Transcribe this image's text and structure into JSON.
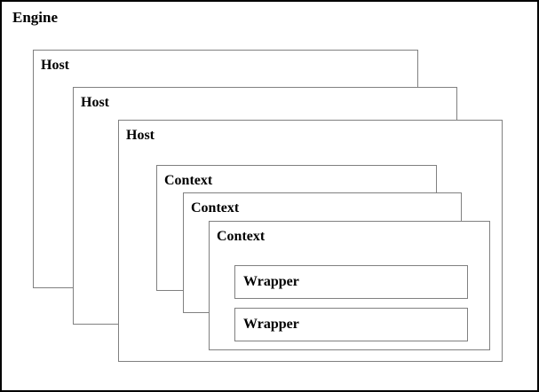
{
  "diagram": {
    "title": "Engine",
    "background_color": "#ffffff",
    "outer_border_color": "#000000",
    "inner_border_color": "#808080",
    "text_color": "#000000",
    "engine": {
      "label": "Engine"
    },
    "hosts": [
      {
        "label": "Host"
      },
      {
        "label": "Host"
      },
      {
        "label": "Host"
      }
    ],
    "contexts": [
      {
        "label": "Context"
      },
      {
        "label": "Context"
      },
      {
        "label": "Context"
      }
    ],
    "wrappers": [
      {
        "label": "Wrapper"
      },
      {
        "label": "Wrapper"
      }
    ]
  }
}
